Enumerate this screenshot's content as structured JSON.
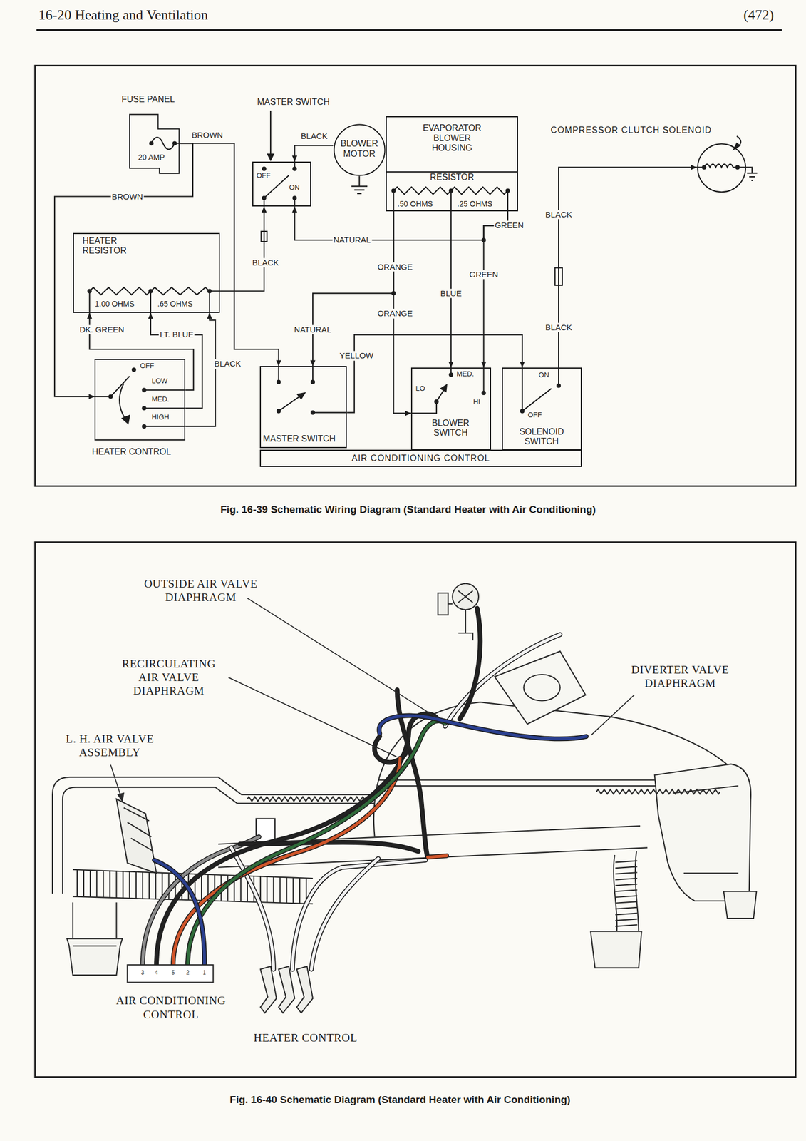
{
  "diagram": {
    "nodes": [
      {
        "text": [
          "FUSE PANEL",
          "20 AMP"
        ]
      },
      {
        "text": [
          "MASTER SWITCH",
          "OFF",
          "ON"
        ]
      },
      {
        "text": [
          "BLOWER MOTOR"
        ]
      },
      {
        "text": [
          "EVAPORATOR BLOWER HOUSING"
        ]
      },
      {
        "text": [
          "RESISTOR",
          ".50 OHMS",
          ".25 OHMS"
        ],
        "in": 3
      },
      {
        "text": [
          "COMPRESSOR CLUTCH SOLENOID"
        ]
      },
      {
        "text": [
          "HEATER RESISTOR",
          "1.00 OHMS",
          ".65 OHMS"
        ]
      },
      {
        "text": [
          "OFF",
          "LOW",
          "MED.",
          "HIGH",
          "HEATER CONTROL"
        ]
      },
      {
        "text": [
          "AIR CONDITIONING CONTROL"
        ]
      },
      {
        "text": [
          "MASTER SWITCH"
        ],
        "in": 8
      },
      {
        "text": [
          "MED.",
          "LO",
          "HI",
          "BLOWER SWITCH"
        ],
        "in": 8
      },
      {
        "text": [
          "ON",
          "OFF",
          "SOLENOID SWITCH"
        ],
        "in": 8
      }
    ],
    "edges": [
      {
        "from": 0,
        "to": 9,
        "arrow": "to",
        "label": "BROWN"
      },
      {
        "from": 0,
        "to": 7,
        "arrow": "to",
        "label": "BROWN"
      },
      {
        "from": 2,
        "to": 1,
        "arrow": "to",
        "label": "BLACK"
      },
      {
        "from": 6,
        "to": 1,
        "arrow": "to",
        "label": "BLACK"
      },
      {
        "from": 4,
        "to": 1,
        "arrow": "to",
        "label": "NATURAL"
      },
      {
        "from": 4,
        "to": 10,
        "arrow": "to",
        "label": "ORANGE"
      },
      {
        "from": 4,
        "to": 9,
        "arrow": "to",
        "label": "NATURAL"
      },
      {
        "from": 4,
        "to": 10,
        "arrow": "to",
        "label": "BLUE"
      },
      {
        "from": 4,
        "to": 10,
        "arrow": "to",
        "label": "GREEN"
      },
      {
        "from": 11,
        "to": 5,
        "arrow": "to",
        "label": "BLACK"
      },
      {
        "from": 9,
        "to": 11,
        "arrow": "to",
        "label": "YELLOW"
      },
      {
        "from": 7,
        "to": 6,
        "arrow": "to",
        "label": "DK. GREEN"
      },
      {
        "from": 7,
        "to": 6,
        "arrow": "to",
        "label": "LT. BLUE"
      },
      {
        "from": 7,
        "to": 6,
        "arrow": "to",
        "label": "BLACK"
      }
    ],
    "labels": [
      "16-20 Heating and Ventilation",
      "(472)",
      "ORANGE",
      "GREEN",
      "BLACK",
      "Fig. 16-39 Schematic Wiring Diagram (Standard Heater with Air Conditioning)",
      "OUTSIDE AIR VALVE DIAPHRAGM",
      "RECIRCULATING AIR VALVE DIAPHRAGM",
      "DIVERTER VALVE DIAPHRAGM",
      "L. H. AIR VALVE ASSEMBLY",
      "3",
      "4",
      "5",
      "2",
      "1",
      "AIR CONDITIONING CONTROL",
      "HEATER CONTROL",
      "Fig. 16-40 Schematic Diagram (Standard Heater with Air Conditioning)"
    ]
  }
}
